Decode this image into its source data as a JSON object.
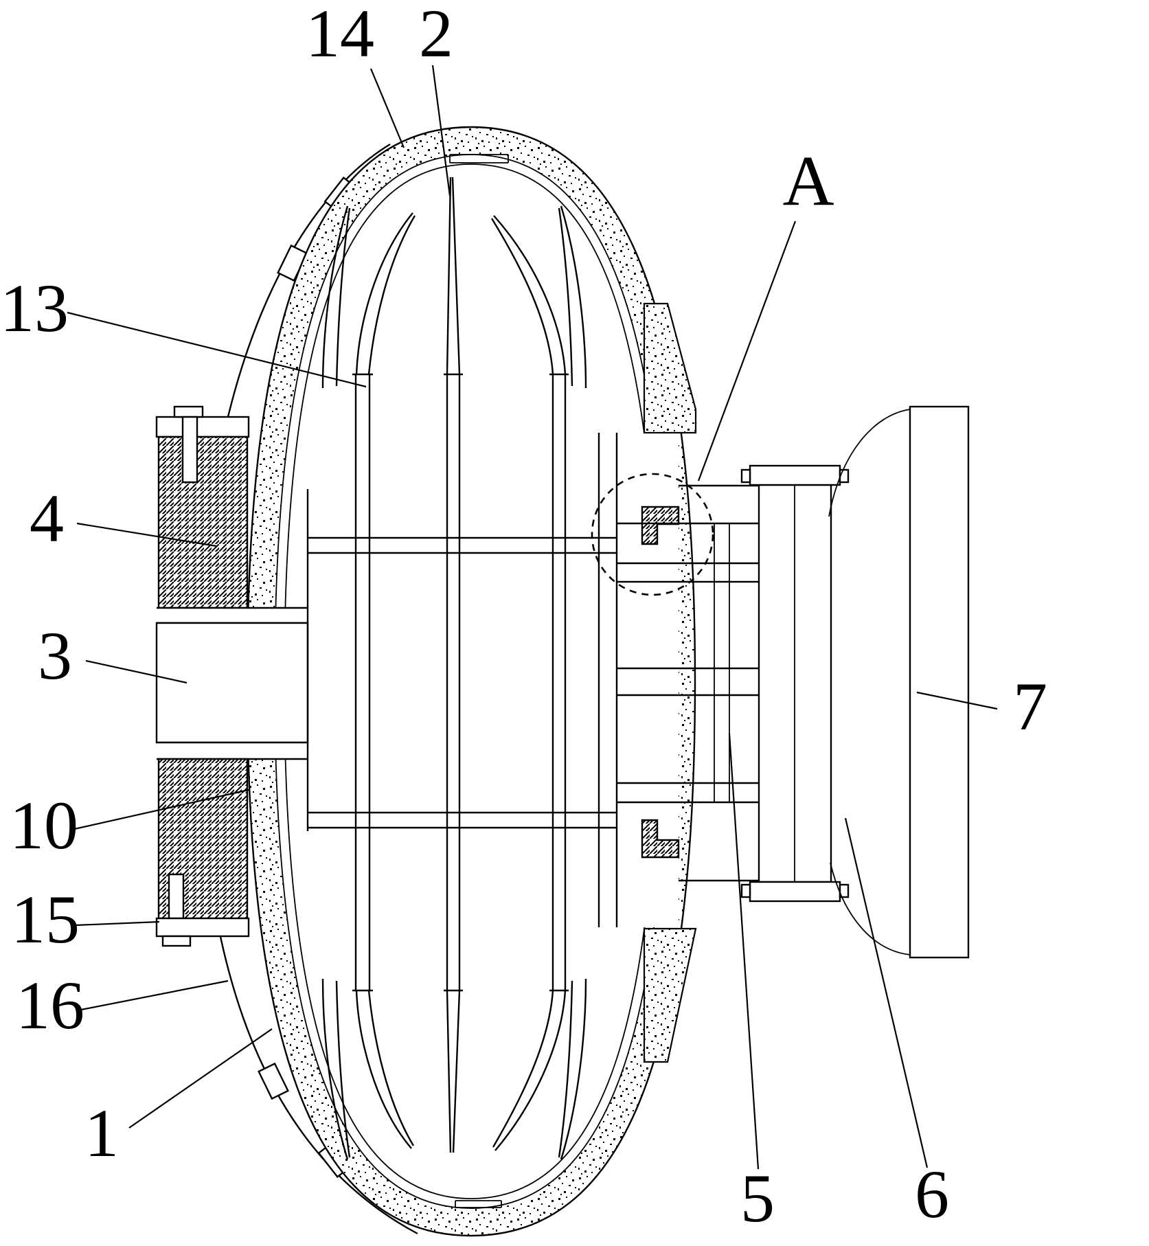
{
  "figure": {
    "kind": "patent sectional technical drawing",
    "background_color": "#ffffff",
    "line_color": "#000000",
    "detail_circle_marker": "A",
    "part_labels": [
      {
        "ref": "14"
      },
      {
        "ref": "2"
      },
      {
        "ref": "A"
      },
      {
        "ref": "13"
      },
      {
        "ref": "4"
      },
      {
        "ref": "3"
      },
      {
        "ref": "10"
      },
      {
        "ref": "15"
      },
      {
        "ref": "16"
      },
      {
        "ref": "1"
      },
      {
        "ref": "5"
      },
      {
        "ref": "6"
      },
      {
        "ref": "7"
      }
    ]
  }
}
